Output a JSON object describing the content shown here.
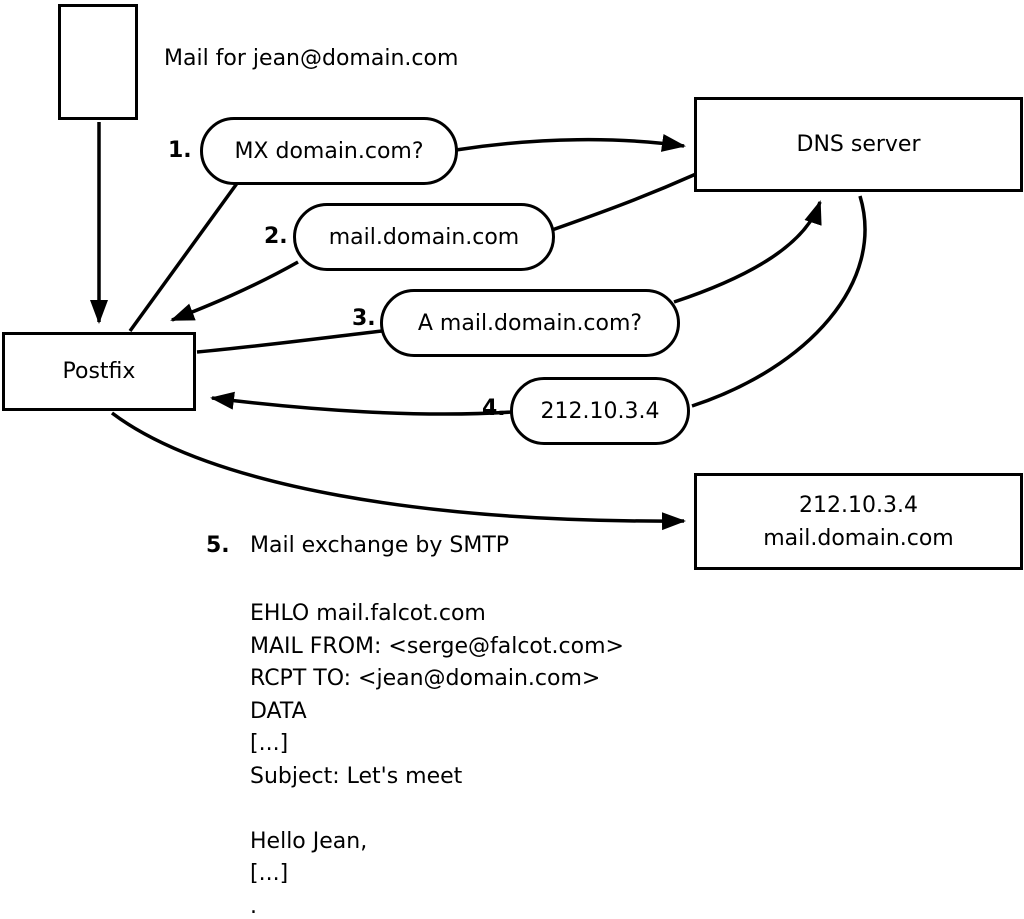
{
  "diagram": {
    "mail_label": "Mail for jean@domain.com",
    "postfix_label": "Postfix",
    "dns_server_label": "DNS server",
    "steps": [
      {
        "num": "1.",
        "label": "MX domain.com?"
      },
      {
        "num": "2.",
        "label": "mail.domain.com"
      },
      {
        "num": "3.",
        "label": "A mail.domain.com?"
      },
      {
        "num": "4.",
        "label": "212.10.3.4"
      }
    ],
    "step5": {
      "num": "5.",
      "label": "Mail exchange by SMTP"
    },
    "target_box": {
      "line1": "212.10.3.4",
      "line2": "mail.domain.com"
    },
    "smtp": {
      "lines": [
        "EHLO mail.falcot.com",
        "MAIL FROM: <serge@falcot.com>",
        "RCPT TO: <jean@domain.com>",
        "DATA",
        "[...]",
        "Subject: Let's meet",
        "",
        "Hello Jean,",
        "[...]",
        "."
      ]
    }
  },
  "colors": {
    "stroke": "#000000",
    "background": "#ffffff"
  }
}
